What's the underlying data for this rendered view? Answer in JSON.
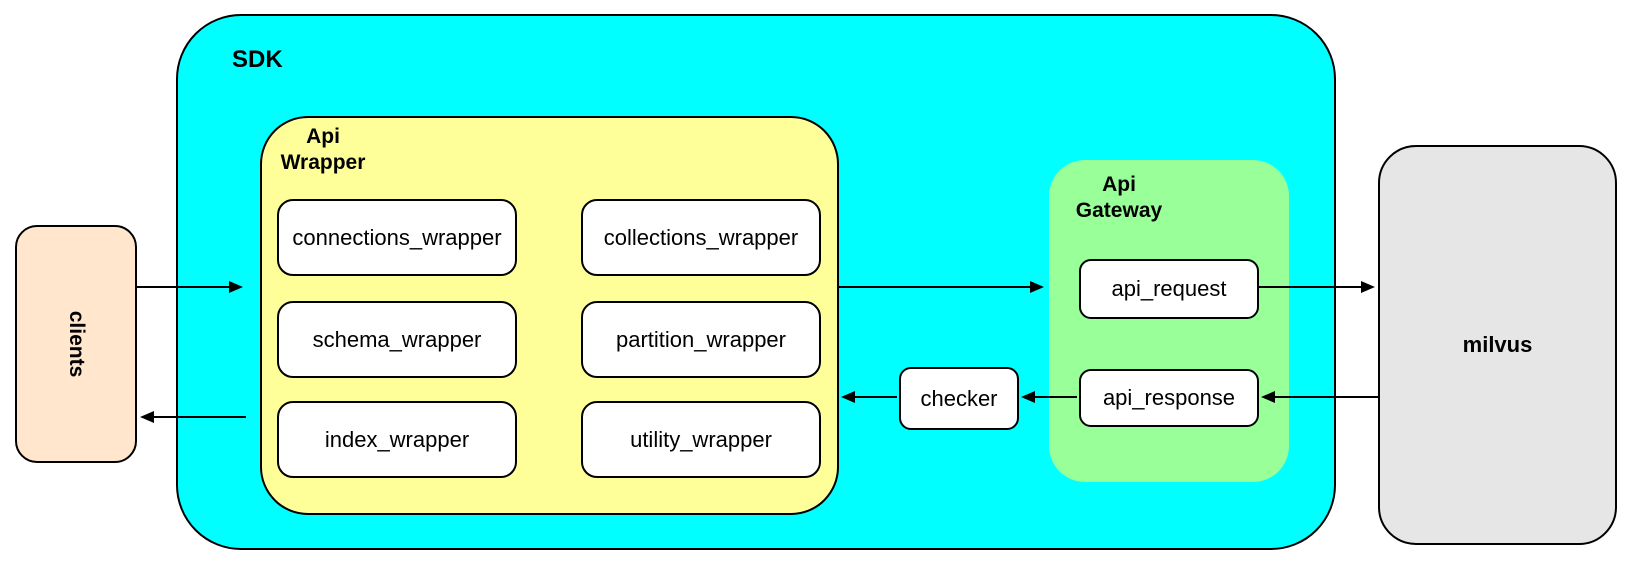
{
  "nodes": {
    "clients": {
      "label": "clients",
      "fill": "#FFE6CC"
    },
    "sdk": {
      "label": "SDK",
      "fill": "#00FFFF"
    },
    "api_wrapper": {
      "label": [
        "Api",
        "Wrapper"
      ],
      "fill": "#FFFF99",
      "boxes": [
        "connections_wrapper",
        "collections_wrapper",
        "schema_wrapper",
        "partition_wrapper",
        "index_wrapper",
        "utility_wrapper"
      ]
    },
    "checker": {
      "label": "checker",
      "fill": "#FFFFFF"
    },
    "api_gateway": {
      "label": [
        "Api",
        "Gateway"
      ],
      "fill": "#99FF99",
      "boxes": [
        "api_request",
        "api_response"
      ]
    },
    "milvus": {
      "label": "milvus",
      "fill": "#E6E6E6"
    }
  },
  "edges": [
    {
      "from": "clients",
      "to": "api_wrapper"
    },
    {
      "from": "api_wrapper",
      "to": "clients"
    },
    {
      "from": "api_wrapper",
      "to": "api_gateway"
    },
    {
      "from": "api_request",
      "to": "milvus"
    },
    {
      "from": "milvus",
      "to": "api_response"
    },
    {
      "from": "api_response",
      "to": "checker"
    },
    {
      "from": "checker",
      "to": "api_wrapper"
    }
  ],
  "edge_color": "#000000",
  "border_color": "#000000"
}
